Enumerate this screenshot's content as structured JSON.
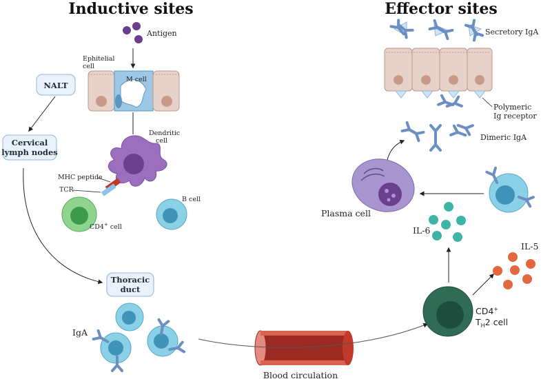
{
  "headings": {
    "inductive": "Inductive sites",
    "effector": "Effector sites"
  },
  "labels": {
    "antigen": "Antigen",
    "ephitelial_1": "Ephitelial",
    "ephitelial_2": "cell",
    "m_cell": "M cell",
    "nalt": "NALT",
    "cervical_1": "Cervical",
    "cervical_2": "lymph nodes",
    "dendritic_1": "Dendritic",
    "dendritic_2": "cell",
    "mhc_peptide": "MHC peptide",
    "tcr": "TCR",
    "cd4_cell": "CD4",
    "cd4_sup": "+",
    "cd4_suffix": " cell",
    "b_cell": "B cell",
    "thoracic_1": "Thoracic",
    "thoracic_2": "duct",
    "iga": "IgA",
    "blood_circulation": "Blood circulation",
    "secretory_iga": "Secretory IgA",
    "polymeric_1": "Polymeric",
    "polymeric_2": "Ig receptor",
    "dimeric_iga": "Dimeric IgA",
    "plasma_cell": "Plasma cell",
    "il6": "IL-6",
    "il5": "IL-5",
    "th2_line1": "CD4",
    "th2_sup": "+",
    "th2_t": "T",
    "th2_sub": "H",
    "th2_rest": "2 cell"
  },
  "colors": {
    "epithelium": "#e6d2c8",
    "nucleus": "#c99a8a",
    "m_cell": "#9cc8e6",
    "dendritic": "#9b6fbe",
    "dendritic_core": "#6a3f8e",
    "cd4": "#8fd48f",
    "b_cell": "#8ad0e6",
    "plasma": "#a895cf",
    "th2": "#2f6b55",
    "il6": "#3fb3a4",
    "il5": "#e2673e",
    "antibody": "#6c8fc2",
    "vessel": "#c0392b",
    "box_fill": "#e9f2fb",
    "box_stroke": "#8fb4d9"
  }
}
